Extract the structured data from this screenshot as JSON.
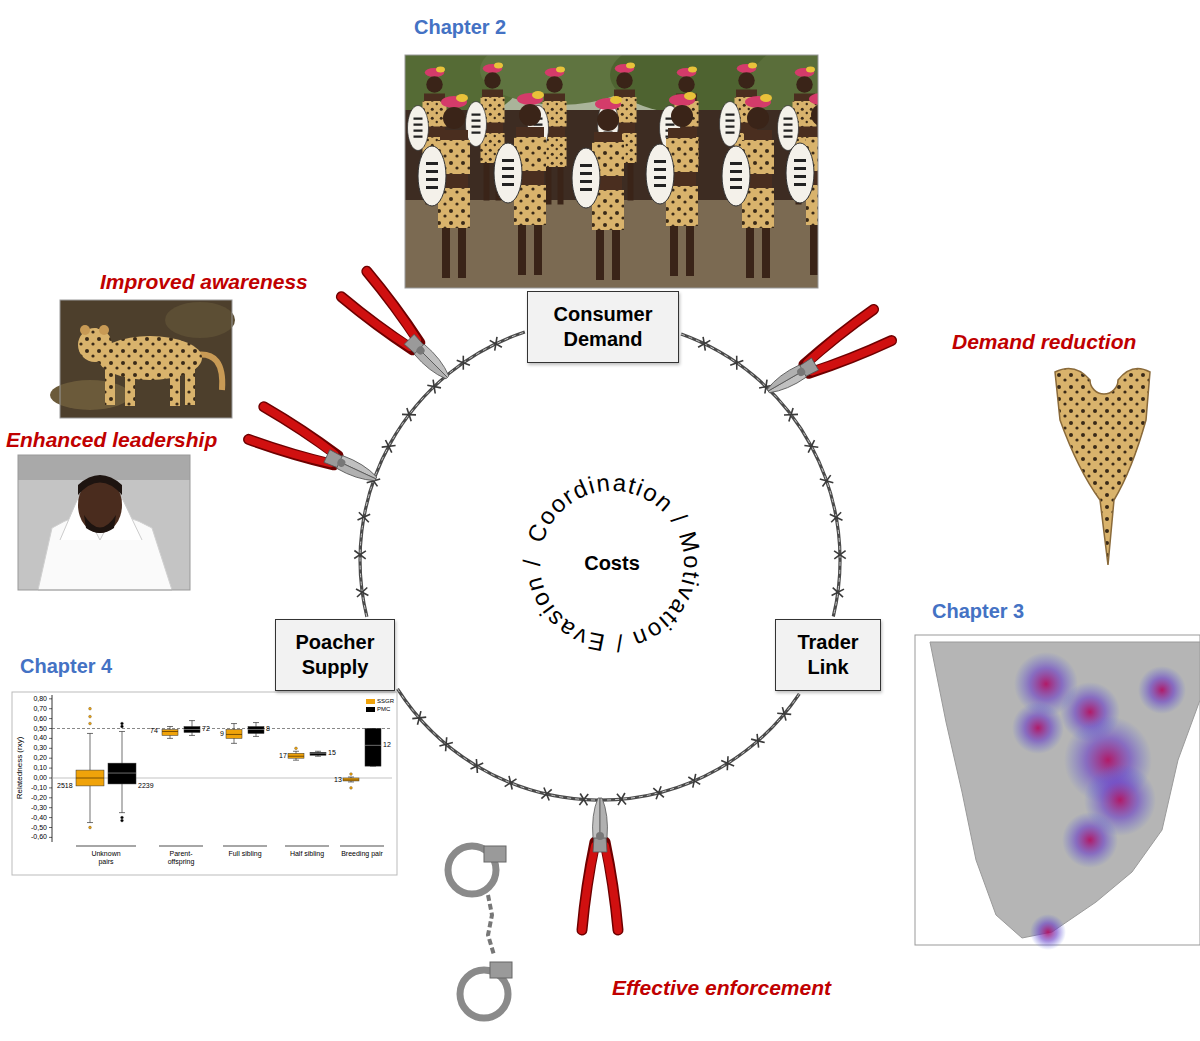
{
  "diagram": {
    "nodes": [
      {
        "text": [
          "Consumer Demand"
        ]
      },
      {
        "text": [
          "Poacher Supply"
        ]
      },
      {
        "text": [
          "Trader Link"
        ]
      }
    ],
    "edges": [
      {
        "from": 0,
        "to": 2,
        "arrow": "none"
      },
      {
        "from": 2,
        "to": 1,
        "arrow": "none"
      },
      {
        "from": 1,
        "to": 0,
        "arrow": "none"
      }
    ],
    "labels": [
      "Chapter 2",
      "Improved awareness",
      "Enhanced leadership",
      "Demand reduction",
      "Chapter 3",
      "Chapter 4",
      "Effective enforcement",
      "Coordination / Motivation / Evasion /",
      "Costs",
      "0,80",
      "0,70",
      "0,60",
      "0,50",
      "0,40",
      "0,30",
      "0,20",
      "0,10",
      "0,00",
      "-0,10",
      "-0,20",
      "-0,30",
      "-0,40",
      "-0,50",
      "-0,60",
      "Relatedness (rxy)",
      "Unknown pairs",
      "Parent-offspring",
      "Full sibling",
      "Half sibling",
      "Breeding pair",
      "2518",
      "2239",
      "74",
      "72",
      "9",
      "8",
      "17",
      "15",
      "13",
      "12"
    ],
    "legend": [
      {
        "text": "SSGR",
        "color": "#f0a30a"
      },
      {
        "text": "PMC",
        "color": "#000000"
      }
    ]
  }
}
